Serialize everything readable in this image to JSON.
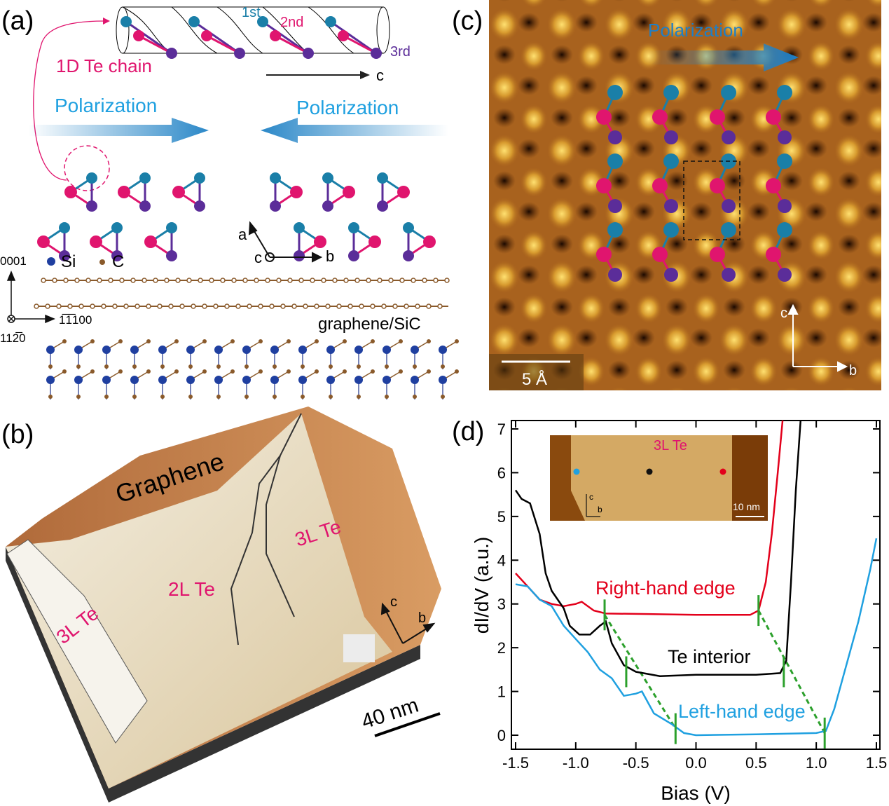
{
  "panels": {
    "a": {
      "label": "(a)",
      "chain_label": "1D Te chain",
      "site_labels": [
        "1st",
        "2nd",
        "3rd"
      ],
      "axis_c": "c",
      "polarization_left": "Polarization",
      "polarization_right": "Polarization",
      "axes_abc": {
        "a": "a",
        "b": "b",
        "c": "c"
      },
      "legend": {
        "si": "Si",
        "c": "C"
      },
      "substrate_axes": {
        "up": "0001",
        "right": "1̅1̅100",
        "into": "112̅0"
      },
      "substrate_label": "graphene/SiC"
    },
    "b": {
      "label": "(b)",
      "regions": [
        "Graphene",
        "2L Te",
        "3L Te",
        "3L Te"
      ],
      "axes": {
        "c": "c",
        "b": "b"
      },
      "scale_bar": "40 nm"
    },
    "c": {
      "label": "(c)",
      "polarization": "Polarization",
      "axes": {
        "c": "c",
        "b": "b"
      },
      "scale_bar": "5 Å"
    },
    "d": {
      "label": "(d)",
      "inset": {
        "title": "3L Te",
        "axes": {
          "c": "c",
          "b": "b"
        },
        "scale_bar": "10 nm"
      }
    }
  },
  "colors": {
    "red": "#e3001b",
    "black": "#000000",
    "blue": "#1fa0e0",
    "green": "#2ca02c",
    "te_pink": "#e0156e",
    "te_teal": "#1a7fa8",
    "te_purple": "#5b2d99"
  },
  "chart_data": {
    "type": "line",
    "xlabel": "Bias (V)",
    "ylabel": "dI/dV (a.u.)",
    "xlim": [
      -1.5,
      1.5
    ],
    "ylim": [
      -0.35,
      7.2
    ],
    "xticks": [
      "-1.5",
      "-1.0",
      "-0.5",
      "0.0",
      "0.5",
      "1.0",
      "1.5"
    ],
    "yticks": [
      "0",
      "1",
      "2",
      "3",
      "4",
      "5",
      "6",
      "7"
    ],
    "series": [
      {
        "name": "Right-hand edge",
        "color": "#e3001b",
        "points": [
          [
            -1.5,
            3.7
          ],
          [
            -1.4,
            3.4
          ],
          [
            -1.3,
            3.1
          ],
          [
            -1.2,
            3.0
          ],
          [
            -1.1,
            2.95
          ],
          [
            -1.0,
            3.0
          ],
          [
            -0.95,
            3.05
          ],
          [
            -0.85,
            2.85
          ],
          [
            -0.75,
            2.78
          ],
          [
            -0.4,
            2.77
          ],
          [
            0,
            2.75
          ],
          [
            0.45,
            2.75
          ],
          [
            0.52,
            2.85
          ],
          [
            0.58,
            3.5
          ],
          [
            0.63,
            4.6
          ],
          [
            0.68,
            6.0
          ],
          [
            0.72,
            7.2
          ]
        ]
      },
      {
        "name": "Te interior",
        "color": "#000000",
        "points": [
          [
            -1.5,
            5.6
          ],
          [
            -1.45,
            5.4
          ],
          [
            -1.38,
            5.3
          ],
          [
            -1.3,
            4.6
          ],
          [
            -1.25,
            3.7
          ],
          [
            -1.2,
            3.3
          ],
          [
            -1.1,
            2.9
          ],
          [
            -1.05,
            2.5
          ],
          [
            -0.97,
            2.3
          ],
          [
            -0.88,
            2.3
          ],
          [
            -0.8,
            2.5
          ],
          [
            -0.75,
            2.6
          ],
          [
            -0.7,
            2.1
          ],
          [
            -0.6,
            1.6
          ],
          [
            -0.5,
            1.45
          ],
          [
            -0.3,
            1.35
          ],
          [
            0,
            1.38
          ],
          [
            0.5,
            1.38
          ],
          [
            0.7,
            1.42
          ],
          [
            0.75,
            1.7
          ],
          [
            0.79,
            3.5
          ],
          [
            0.83,
            5.6
          ],
          [
            0.87,
            7.2
          ]
        ]
      },
      {
        "name": "Left-hand edge",
        "color": "#1fa0e0",
        "points": [
          [
            -1.5,
            3.45
          ],
          [
            -1.4,
            3.4
          ],
          [
            -1.3,
            3.1
          ],
          [
            -1.2,
            2.95
          ],
          [
            -1.1,
            2.5
          ],
          [
            -1.0,
            2.2
          ],
          [
            -0.9,
            1.9
          ],
          [
            -0.8,
            1.5
          ],
          [
            -0.7,
            1.3
          ],
          [
            -0.6,
            0.9
          ],
          [
            -0.5,
            0.95
          ],
          [
            -0.45,
            1.0
          ],
          [
            -0.35,
            0.5
          ],
          [
            -0.2,
            0.25
          ],
          [
            -0.1,
            0.05
          ],
          [
            0,
            0
          ],
          [
            0.5,
            0.02
          ],
          [
            1.0,
            0.05
          ],
          [
            1.08,
            0.1
          ],
          [
            1.15,
            0.6
          ],
          [
            1.25,
            1.6
          ],
          [
            1.35,
            2.6
          ],
          [
            1.45,
            3.8
          ],
          [
            1.5,
            4.5
          ]
        ]
      }
    ],
    "gap_markers": [
      [
        -0.76,
        2.75
      ],
      [
        0.52,
        2.85
      ],
      [
        -0.58,
        1.45
      ],
      [
        0.73,
        1.45
      ],
      [
        -0.17,
        0.15
      ],
      [
        1.07,
        0.05
      ]
    ],
    "gap_lines": [
      [
        [
          -0.76,
          2.75
        ],
        [
          -0.17,
          0.15
        ]
      ],
      [
        [
          0.52,
          2.85
        ],
        [
          1.07,
          0.05
        ]
      ]
    ],
    "annotations": [
      "Right-hand edge",
      "Te interior",
      "Left-hand edge"
    ]
  }
}
